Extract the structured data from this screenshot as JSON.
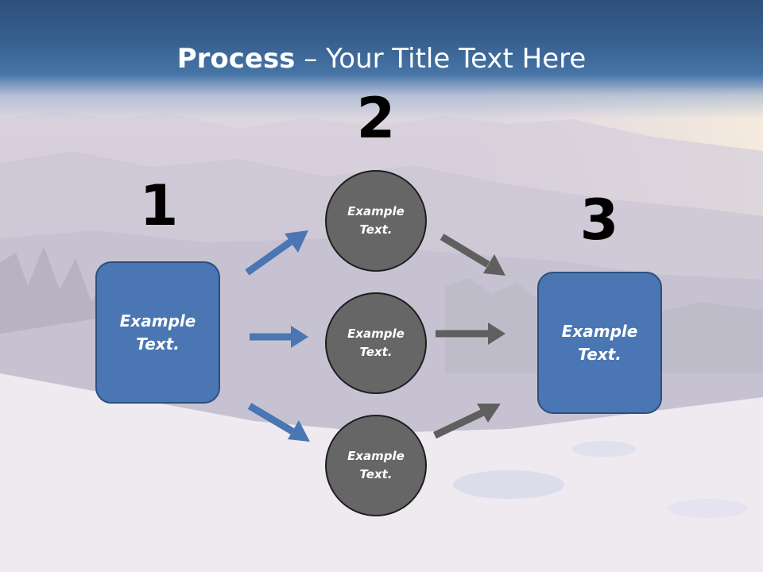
{
  "title": {
    "bold": "Process",
    "rest": " – Your Title Text Here"
  },
  "numbers": {
    "n1": "1",
    "n2": "2",
    "n3": "3"
  },
  "left_box": {
    "text": "Example\nText."
  },
  "right_box": {
    "text": "Example\nText."
  },
  "circles": [
    {
      "text": "Example\nText."
    },
    {
      "text": "Example\nText."
    },
    {
      "text": "Example\nText."
    }
  ],
  "colors": {
    "box_fill": "#4a76b3",
    "circle_fill": "#666666",
    "arrow_blue": "#4a76b3",
    "arrow_gray": "#5f5f5f",
    "title_bar": "#37608f"
  }
}
